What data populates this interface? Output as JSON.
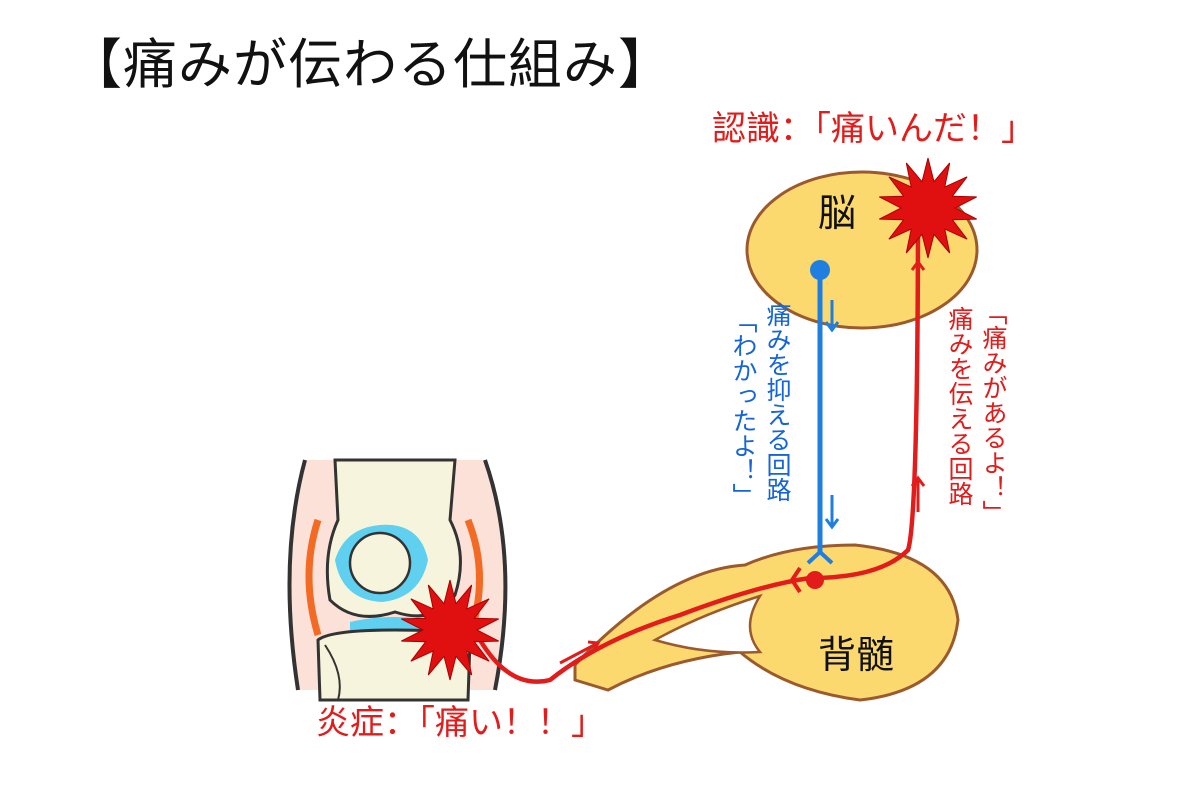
{
  "title": "【痛みが伝わる仕組み】",
  "recognition": "認識：「痛いんだ！」",
  "inflammation": "炎症：「痛い！！」",
  "brain": "脳",
  "spinal_cord": "背髄",
  "inhibit_circuit": {
    "name": "痛みを抑える回路",
    "message": "「わかったよ！」"
  },
  "transmit_circuit": {
    "message": "「痛みがあるよ！」",
    "name": "痛みを伝える回路"
  },
  "colors": {
    "pain_signal": "#e21b1b",
    "inhibit_signal": "#1e7fe0",
    "organ_fill": "#fcd96f",
    "organ_outline": "#9b5a2e"
  }
}
